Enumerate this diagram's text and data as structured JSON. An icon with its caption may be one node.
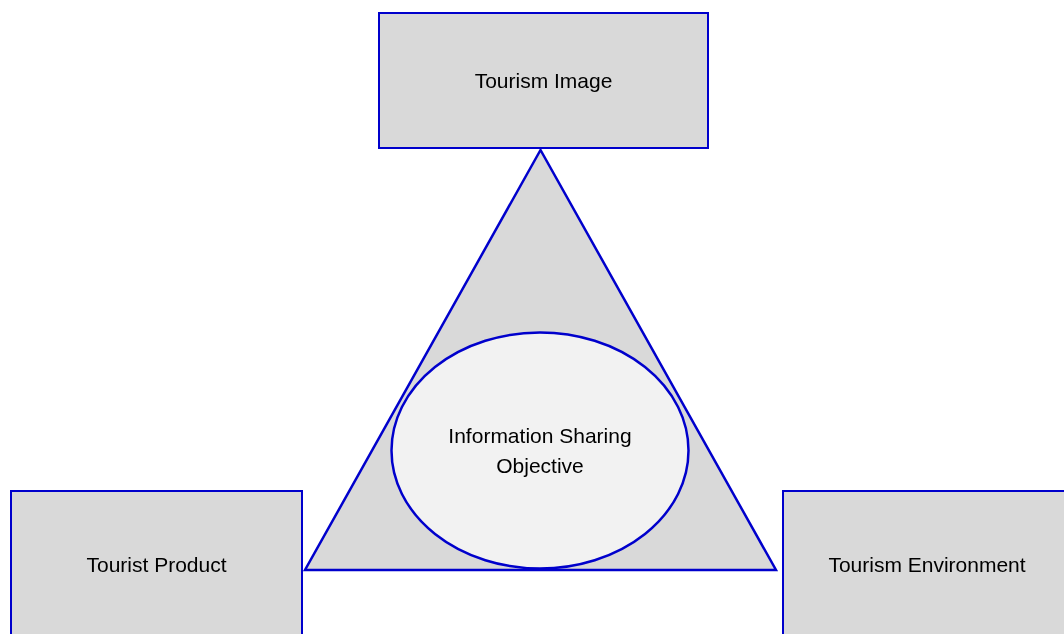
{
  "diagram": {
    "nodes": [
      {
        "text": [
          "Tourism Image"
        ]
      },
      {
        "text": [],
        "shape": "triangle"
      },
      {
        "text": [
          "Information Sharing Objective"
        ],
        "in": 1
      },
      {
        "text": [
          "Tourist Product"
        ]
      },
      {
        "text": [
          "Tourism Environment"
        ]
      }
    ]
  }
}
